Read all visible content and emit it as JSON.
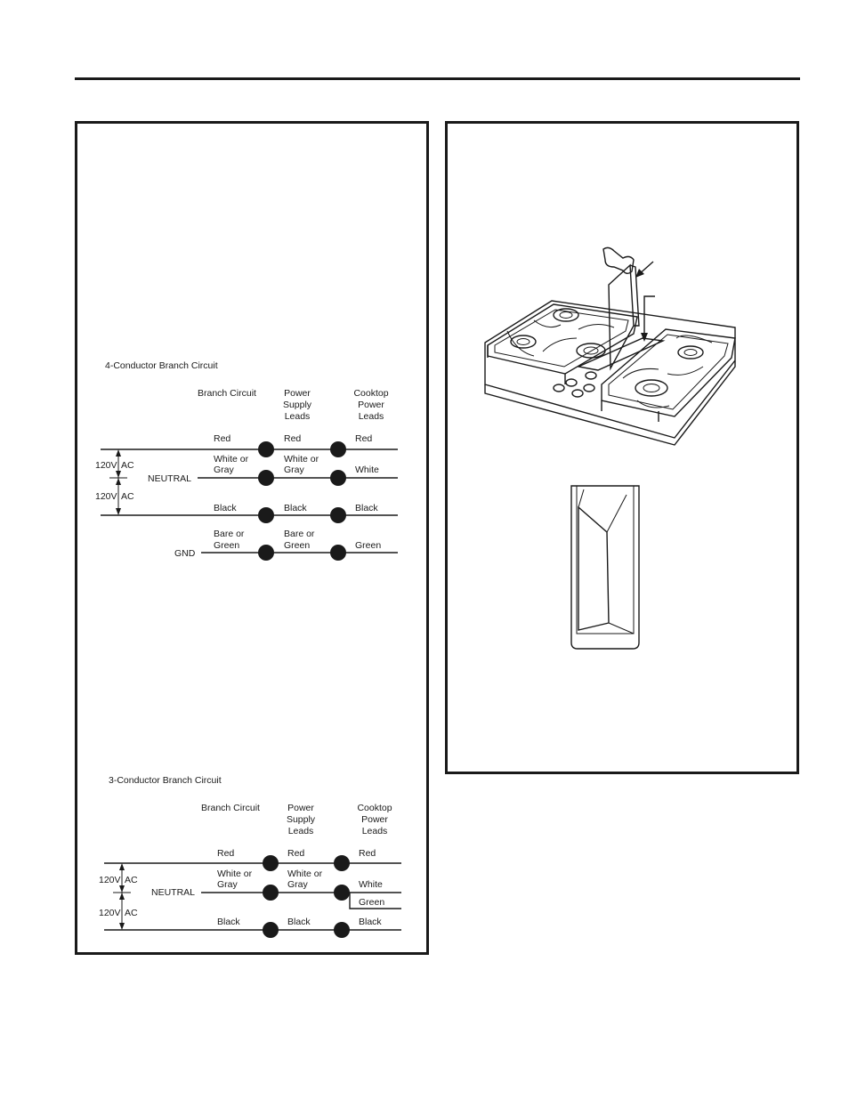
{
  "four_conductor": {
    "title": "4-Conductor Branch Circuit",
    "col_branch": "Branch Circuit",
    "col_power": [
      "Power",
      "Supply",
      "Leads"
    ],
    "col_cooktop": [
      "Cooktop",
      "Power",
      "Leads"
    ],
    "voltage_top": "120V",
    "ac_top": "AC",
    "voltage_bottom": "120V",
    "ac_bottom": "AC",
    "neutral": "NEUTRAL",
    "gnd": "GND",
    "rows": [
      {
        "branch": [
          "Red"
        ],
        "power": [
          "Red"
        ],
        "cooktop": [
          "Red"
        ]
      },
      {
        "branch": [
          "White or",
          "Gray"
        ],
        "power": [
          "White or",
          "Gray"
        ],
        "cooktop": [
          "White"
        ]
      },
      {
        "branch": [
          "Black"
        ],
        "power": [
          "Black"
        ],
        "cooktop": [
          "Black"
        ]
      },
      {
        "branch": [
          "Bare or",
          "Green"
        ],
        "power": [
          "Bare or",
          "Green"
        ],
        "cooktop": [
          "Green"
        ]
      }
    ]
  },
  "three_conductor": {
    "title": "3-Conductor Branch Circuit",
    "col_branch": "Branch Circuit",
    "col_power": [
      "Power",
      "Supply",
      "Leads"
    ],
    "col_cooktop": [
      "Cooktop",
      "Power",
      "Leads"
    ],
    "voltage_top": "120V",
    "ac_top": "AC",
    "voltage_bottom": "120V",
    "ac_bottom": "AC",
    "neutral": "NEUTRAL",
    "rows": [
      {
        "branch": [
          "Red"
        ],
        "power": [
          "Red"
        ],
        "cooktop": [
          "Red"
        ]
      },
      {
        "branch": [
          "White or",
          "Gray"
        ],
        "power": [
          "White or",
          "Gray"
        ],
        "cooktop": [
          "White"
        ]
      },
      {
        "branch": [
          "Black"
        ],
        "power": [
          "Black"
        ],
        "cooktop": [
          "Black"
        ]
      }
    ],
    "green_jumper": "Green"
  }
}
